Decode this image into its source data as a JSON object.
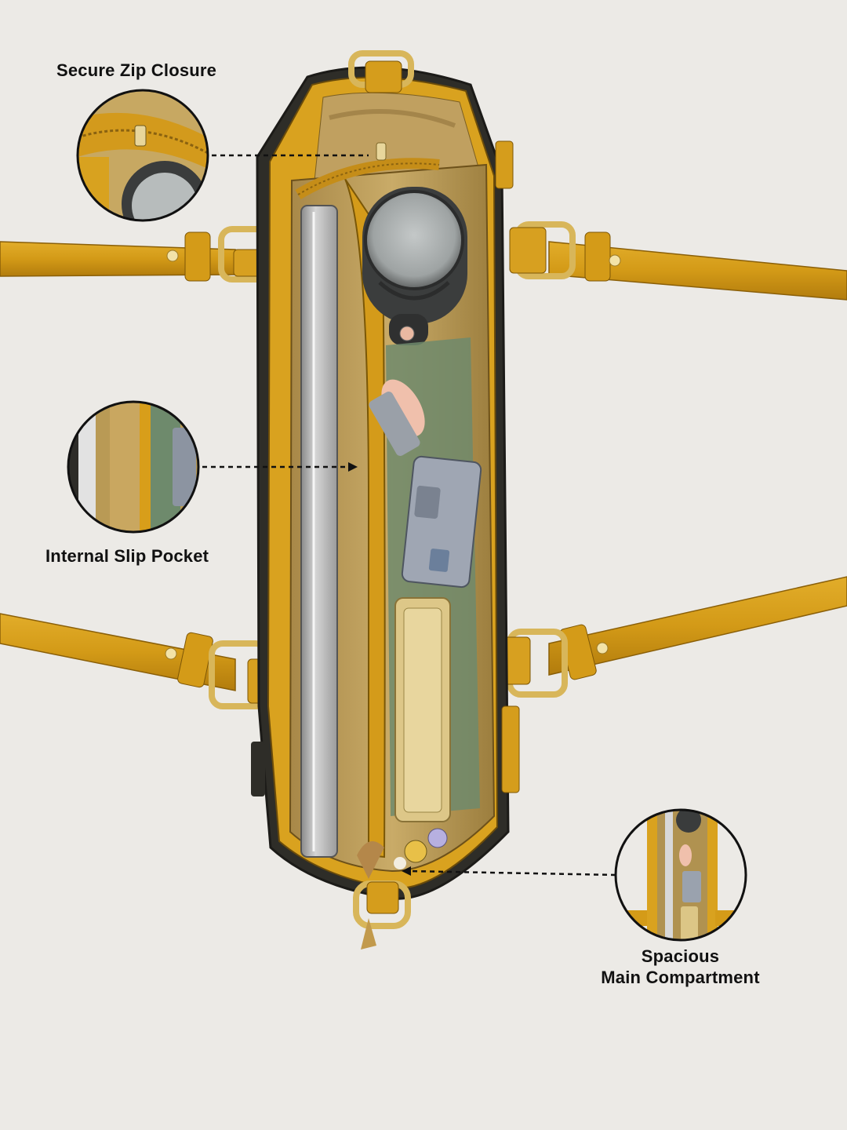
{
  "features": {
    "zip": {
      "label": "Secure Zip Closure",
      "icon": "zip-closure-detail"
    },
    "slip_pocket": {
      "label": "Internal Slip Pocket",
      "icon": "slip-pocket-detail"
    },
    "main": {
      "label_line1": "Spacious",
      "label_line2": "Main Compartment",
      "icon": "main-compartment-detail"
    }
  },
  "colors": {
    "background": "#eceae6",
    "leather": "#d9a21f",
    "leather_dark": "#b5820f",
    "lining": "#c9a964",
    "edge_dark": "#2a2a26",
    "hardware_gold": "#d8b65a"
  }
}
